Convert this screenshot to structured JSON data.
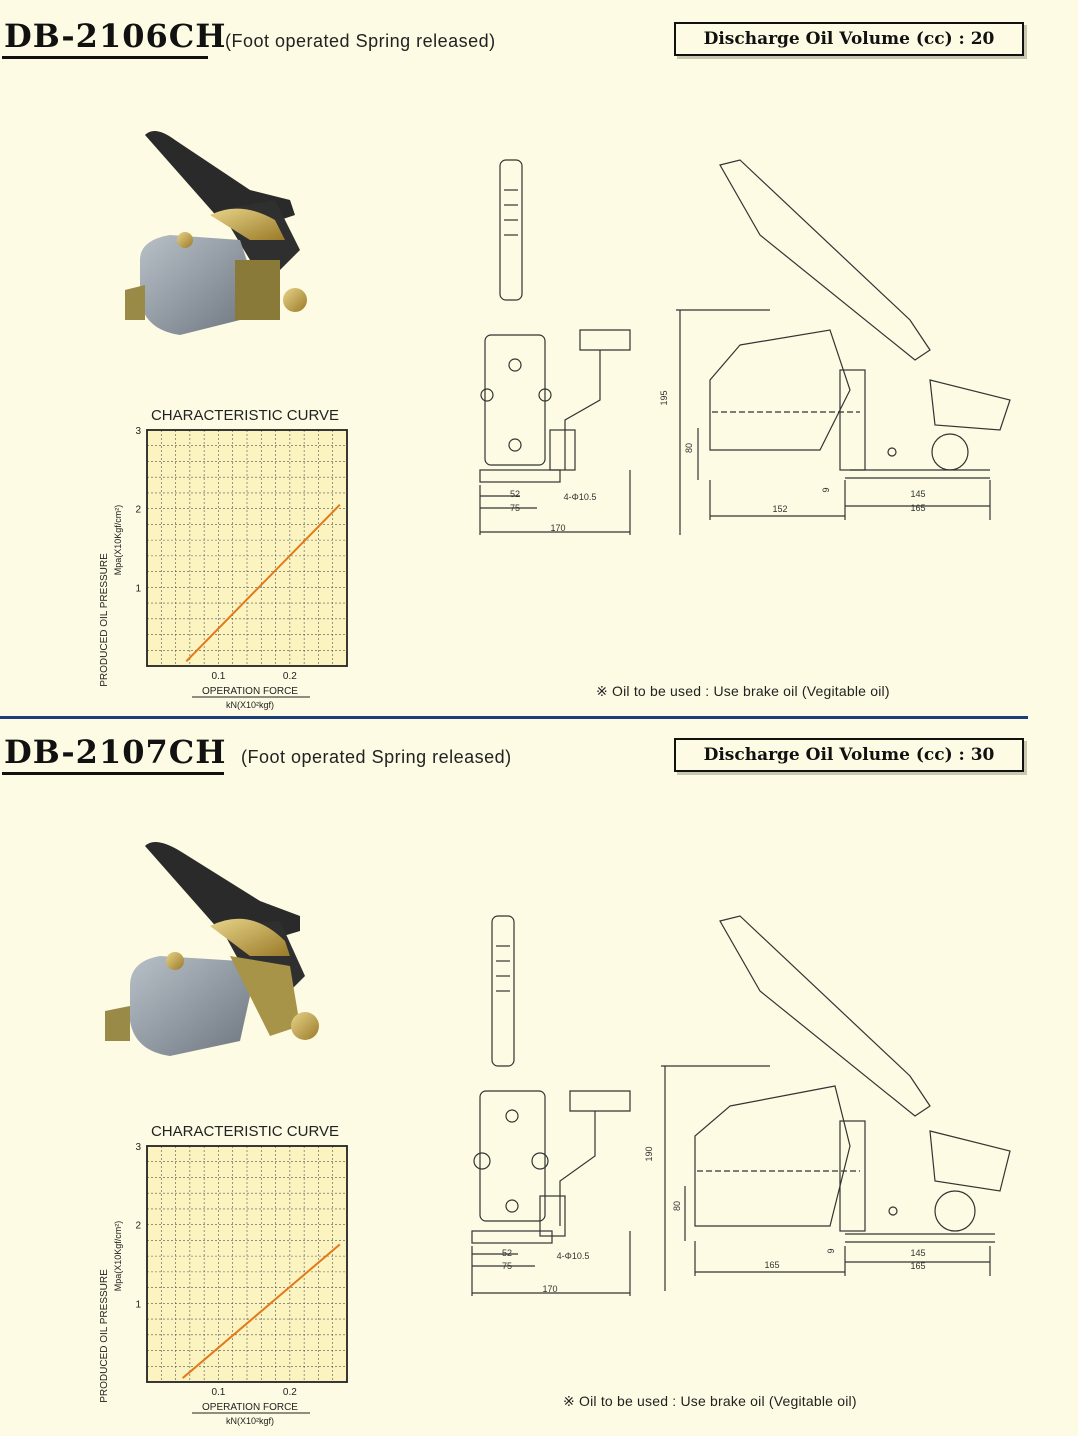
{
  "sections": [
    {
      "model": "DB-2106CH",
      "subtitle": "(Foot operated Spring released)",
      "volume_box": "Discharge Oil Volume (cc) : 20",
      "oil_note": "※ Oil to be used : Use brake oil (Vegitable oil)",
      "chart_title": "CHARACTERISTIC CURVE",
      "ylabel": "PRODUCED OIL PRESSURE",
      "yunit": "Mpa(X10Kgf/cm²)",
      "xlabel": "OPERATION FORCE",
      "xunit": "kN(X10²kgf)",
      "dims": {
        "d52": "52",
        "d75": "75",
        "d170": "170",
        "holes": "4-Φ10.5",
        "d195": "195",
        "d80": "80",
        "d9": "9",
        "d152": "152",
        "d145": "145",
        "d165": "165"
      }
    },
    {
      "model": "DB-2107CH",
      "subtitle": "(Foot operated Spring released)",
      "volume_box": "Discharge Oil Volume (cc) : 30",
      "oil_note": "※ Oil to be used : Use brake oil (Vegitable oil)",
      "chart_title": "CHARACTERISTIC CURVE",
      "ylabel": "PRODUCED OIL PRESSURE",
      "yunit": "Mpa(X10Kgf/cm²)",
      "xlabel": "OPERATION FORCE",
      "xunit": "kN(X10²kgf)",
      "dims": {
        "d52": "52",
        "d75": "75",
        "d170": "170",
        "holes": "4-Φ10.5",
        "d195": "190",
        "d80": "80",
        "d9": "9",
        "d152": "165",
        "d145": "145",
        "d165": "165"
      }
    }
  ],
  "chart_data": [
    {
      "type": "line",
      "title": "CHARACTERISTIC CURVE",
      "xlabel": "OPERATION FORCE kN(X10²kgf)",
      "ylabel": "PRODUCED OIL PRESSURE Mpa(X10Kgf/cm²)",
      "xlim": [
        0,
        0.28
      ],
      "ylim": [
        0,
        3
      ],
      "xticks": [
        "0.1",
        "0.2"
      ],
      "yticks": [
        "1",
        "2",
        "3"
      ],
      "grid": true,
      "series": [
        {
          "x": [
            0.055,
            0.27
          ],
          "y": [
            0.06,
            2.05
          ],
          "color": "#e07a1a"
        }
      ]
    },
    {
      "type": "line",
      "title": "CHARACTERISTIC CURVE",
      "xlabel": "OPERATION FORCE kN(X10²kgf)",
      "ylabel": "PRODUCED OIL PRESSURE Mpa(X10Kgf/cm²)",
      "xlim": [
        0,
        0.28
      ],
      "ylim": [
        0,
        3
      ],
      "xticks": [
        "0.1",
        "0.2"
      ],
      "yticks": [
        "1",
        "2",
        "3"
      ],
      "grid": true,
      "series": [
        {
          "x": [
            0.05,
            0.27
          ],
          "y": [
            0.05,
            1.75
          ],
          "color": "#e07a1a"
        }
      ]
    }
  ]
}
